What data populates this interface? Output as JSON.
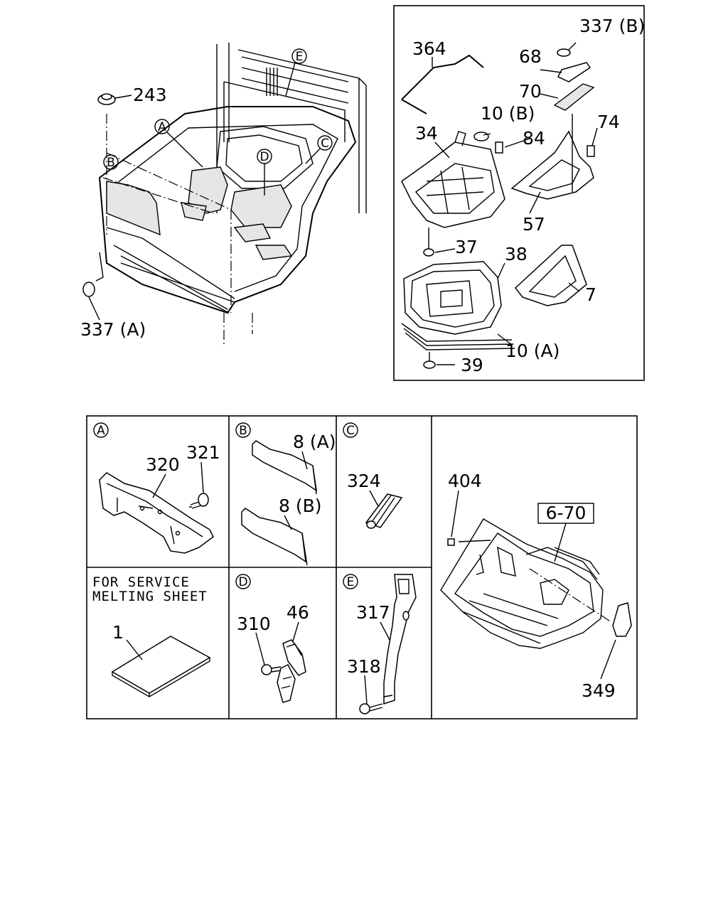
{
  "main_view": {
    "callouts": [
      "243",
      "337 (A)"
    ],
    "letters": [
      "A",
      "B",
      "C",
      "D",
      "E"
    ]
  },
  "inset": {
    "callouts": [
      "364",
      "337 (B)",
      "68",
      "70",
      "10 (B)",
      "34",
      "84",
      "74",
      "57",
      "37",
      "38",
      "7",
      "10 (A)",
      "39"
    ]
  },
  "panels": {
    "A": {
      "letter": "A",
      "callouts": [
        "320",
        "321"
      ]
    },
    "B": {
      "letter": "B",
      "callouts": [
        "8 (A)",
        "8 (B)"
      ]
    },
    "C": {
      "letter": "C",
      "callouts": [
        "324"
      ]
    },
    "D": {
      "letter": "D",
      "callouts": [
        "310",
        "46"
      ]
    },
    "E": {
      "letter": "E",
      "callouts": [
        "317",
        "318"
      ]
    },
    "service": {
      "line1": "FOR SERVICE",
      "line2": "MELTING SHEET",
      "callout": "1"
    },
    "detail": {
      "callouts": [
        "404",
        "349"
      ],
      "ref_box": "6-70"
    }
  }
}
